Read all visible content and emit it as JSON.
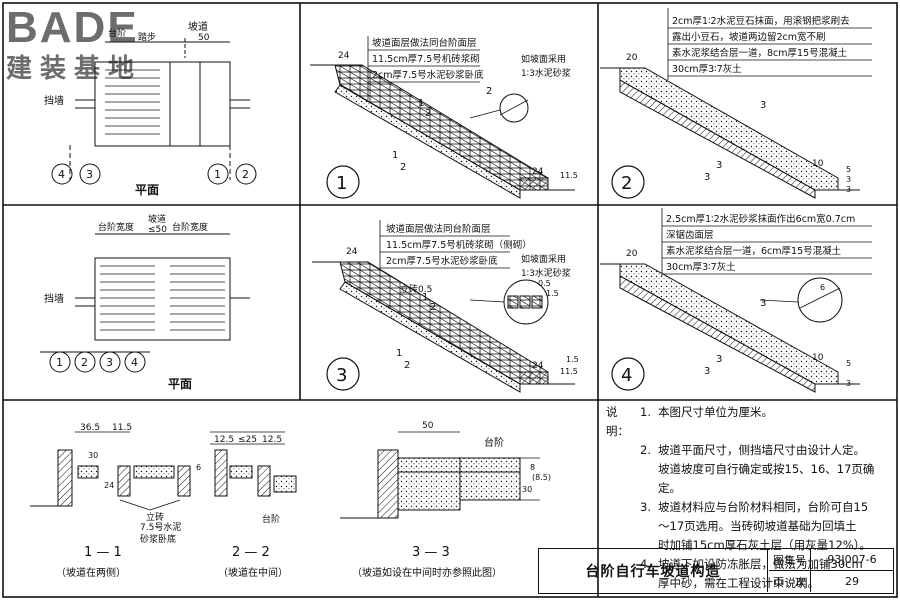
{
  "logo": {
    "word": "BADE",
    "sub": "建装基地"
  },
  "plan_top": {
    "labels": [
      "台阶",
      "踏步",
      "坡道"
    ],
    "dim": "50",
    "wall": "挡墙",
    "title": "平面",
    "circles_left": [
      "4",
      "3"
    ],
    "circles_right": [
      "1",
      "2"
    ]
  },
  "plan_mid": {
    "labels": [
      "台阶宽度",
      "坡道",
      "台阶宽度"
    ],
    "dim": "≤50",
    "wall": "挡墙",
    "title": "平面",
    "circles": [
      "1",
      "2",
      "3",
      "4"
    ]
  },
  "d1": {
    "num": "1",
    "notes": [
      "坡道面层做法同台阶面层",
      "11.5cm厚7.5号机砖浆砌",
      "2cm厚7.5号水泥砂浆卧底"
    ],
    "alt": [
      "如坡面采用",
      "1∶3水泥砂浆"
    ],
    "dims": [
      "24",
      "24",
      "11.5"
    ],
    "cut": [
      "1",
      "2",
      "1",
      "2",
      "2"
    ]
  },
  "d2": {
    "num": "2",
    "notes": [
      "2cm厚1∶2水泥豆石抹面，用滚钢把浆刷去",
      "露出小豆石，坡道两边留2cm宽不刷",
      "素水泥浆结合层一道，8cm厚15号混凝土",
      "30cm厚3∶7灰土"
    ],
    "dims": [
      "20",
      "10",
      "5",
      "3",
      "3"
    ],
    "cut": [
      "3",
      "3",
      "3"
    ]
  },
  "d3": {
    "num": "3",
    "notes": [
      "坡道面层做法同台阶面层",
      "11.5cm厚7.5号机砖浆砌（侧砌）",
      "2cm厚7.5号水泥砂浆卧底"
    ],
    "alt": [
      "如坡面采用",
      "1∶3水泥砂浆"
    ],
    "dims": [
      "24",
      "24",
      "11.5",
      "0.5",
      "1.5",
      "1.5"
    ],
    "label": "立砖0.5",
    "cut": [
      "1",
      "2",
      "1",
      "2"
    ]
  },
  "d4": {
    "num": "4",
    "notes": [
      "2.5cm厚1∶2水泥砂浆抹面作出6cm宽0.7cm",
      "深锯齿面层",
      "素水泥浆结合层一道，6cm厚15号混凝土",
      "30cm厚3∶7灰土"
    ],
    "dims": [
      "20",
      "10",
      "6",
      "5",
      "3"
    ],
    "cut": [
      "3",
      "3",
      "3"
    ]
  },
  "sec12": {
    "dims": [
      "36.5",
      "11.5",
      "12.5",
      "≤25",
      "12.5",
      "30",
      "24",
      "6"
    ],
    "note": [
      "7.5号水泥",
      "砂浆卧底"
    ],
    "label1": "立砖",
    "label2": "台阶",
    "title1": "1 — 1",
    "title2": "2 — 2",
    "cap1": "（坡道在两侧）",
    "cap2": "（坡道在中间）"
  },
  "sec33": {
    "dims": [
      "50",
      "30",
      "8",
      "(8.5)"
    ],
    "label": "台阶",
    "title": "3 — 3",
    "cap": "（坡道如设在中间时亦参照此图）"
  },
  "notes": {
    "head": "说明：",
    "items": [
      {
        "n": "1.",
        "t": "本图尺寸单位为厘米。"
      },
      {
        "n": "2.",
        "t": "坡道平面尺寸，侧挡墙尺寸由设计人定。"
      },
      {
        "n": "",
        "t": "坡道坡度可自行确定或按15、16、17页确定。"
      },
      {
        "n": "3.",
        "t": "坡道材料应与台阶材料相同，台阶可自15"
      },
      {
        "n": "",
        "t": "～17页选用。当砖砌坡道基础为回填土"
      },
      {
        "n": "",
        "t": "时加铺15cm厚石灰土层（用灰量12%）。"
      },
      {
        "n": "4.",
        "t": "坡道下如设防冻胀层，做法为加铺30cm"
      },
      {
        "n": "",
        "t": "厚中砂，需在工程设计中说明。"
      }
    ]
  },
  "title_block": {
    "title": "台阶自行车坡道构造",
    "atlas_label": "图集号",
    "atlas_value": "93J007-6",
    "page_label": "页　次",
    "page_value": "29"
  },
  "colors": {
    "ink": "#111111",
    "logo": "#6d6d6d"
  }
}
